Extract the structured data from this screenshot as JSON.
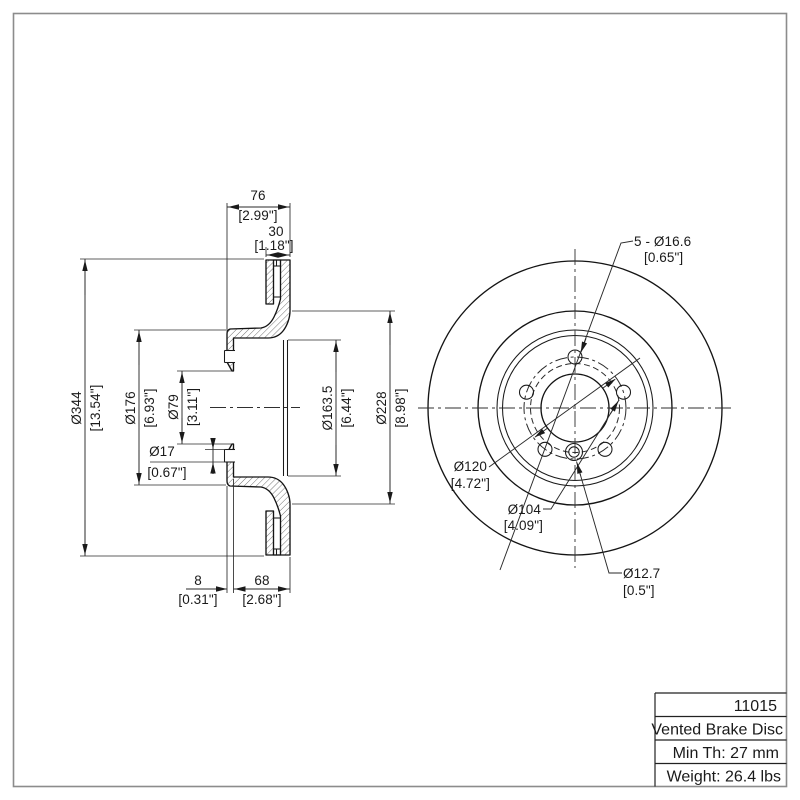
{
  "sheet": {
    "background": "#ffffff",
    "border_color": "#8c8c8c",
    "line_color": "#1a1a1a"
  },
  "title_block": {
    "part_number": "11015",
    "product_name": "Vented Brake Disc",
    "min_thickness": "Min Th: 27 mm",
    "weight": "Weight: 26.4 lbs"
  },
  "section_view": {
    "overall_width_mm": "76",
    "overall_width_in": "[2.99\"]",
    "ring_width_mm": "30",
    "ring_width_in": "[1.18\"]",
    "outer_dia_mm": "Ø344",
    "outer_dia_in": "[13.54\"]",
    "hat_dia_mm": "Ø176",
    "hat_dia_in": "[6.93\"]",
    "bore_dia_mm": "Ø79",
    "bore_dia_in": "[3.11\"]",
    "bolt_hole_dia_mm": "Ø17",
    "bolt_hole_dia_in": "[0.67\"]",
    "recess_dia_mm": "Ø163.5",
    "recess_dia_in": "[6.44\"]",
    "band_inner_dia_mm": "Ø228",
    "band_inner_dia_in": "[8.98\"]",
    "flange_thickness_mm": "8",
    "flange_thickness_in": "[0.31\"]",
    "mounting_offset_mm": "68",
    "mounting_offset_in": "[2.68\"]"
  },
  "front_view": {
    "bolt_holes_mm": "5 - Ø16.6",
    "bolt_holes_in": "[0.65\"]",
    "bolt_circle_mm": "Ø120",
    "bolt_circle_in": "[4.72\"]",
    "inner_circle_mm": "Ø104",
    "inner_circle_in": "[4.09\"]",
    "set_screw_mm": "Ø12.7",
    "set_screw_in": "[0.5\"]"
  }
}
